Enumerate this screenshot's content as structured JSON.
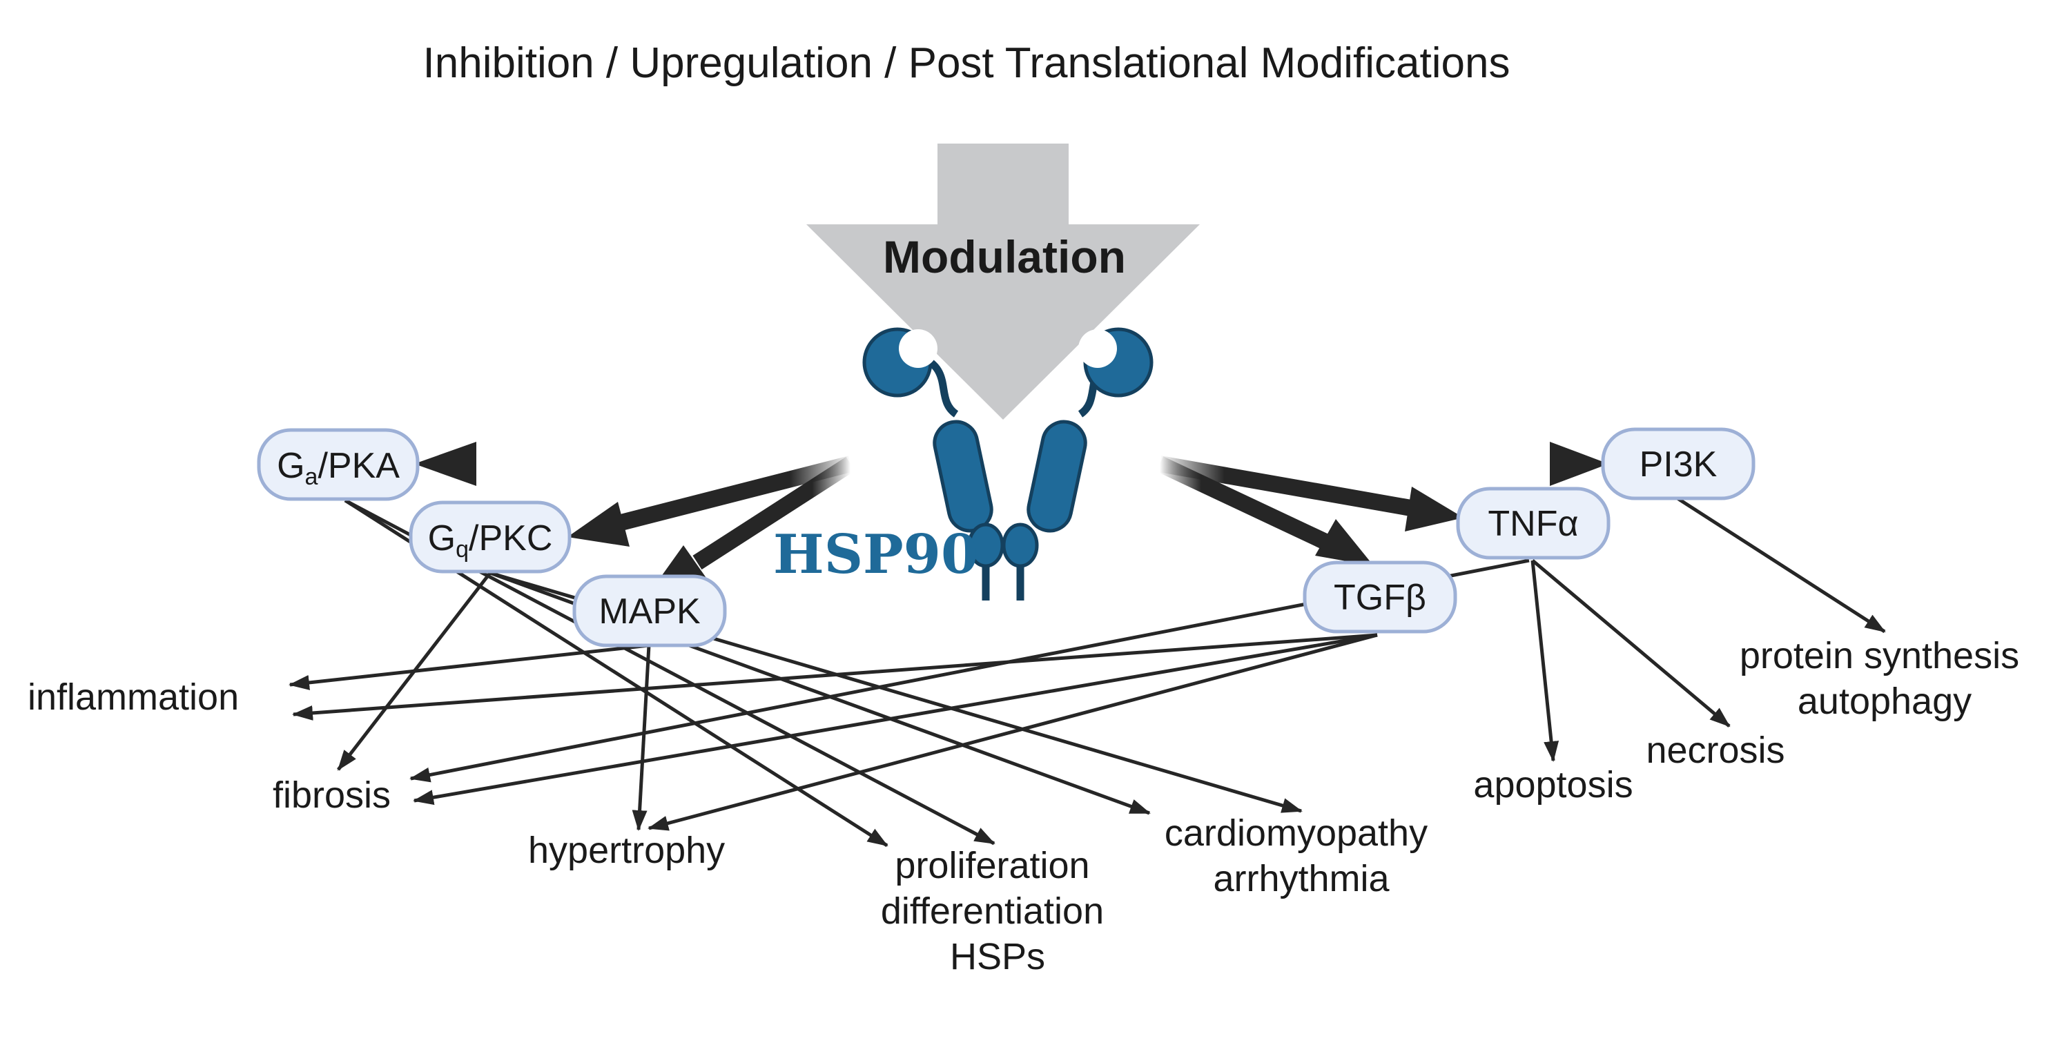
{
  "title": "Inhibition / Upregulation / Post Translational Modifications",
  "modulation_label": "Modulation",
  "hsp_label": "HSP90",
  "nodes": {
    "gapka": {
      "main": "G",
      "sub": "a",
      "rest": "/PKA"
    },
    "gqpkc": {
      "main": "G",
      "sub": "q",
      "rest": "/PKC"
    },
    "mapk": {
      "label": "MAPK"
    },
    "tgfb": {
      "label": "TGFβ"
    },
    "tnfa": {
      "label": "TNFα"
    },
    "pi3k": {
      "label": "PI3K"
    }
  },
  "outcomes": {
    "inflammation": "inflammation",
    "fibrosis": "fibrosis",
    "hypertrophy": "hypertrophy",
    "proliferation": [
      "proliferation",
      "differentiation",
      "HSPs"
    ],
    "cardiomyopathy": [
      "cardiomyopathy",
      "arrhythmia"
    ],
    "apoptosis": "apoptosis",
    "necrosis": "necrosis",
    "protein_synthesis": [
      "protein synthesis",
      "autophagy"
    ]
  },
  "colors": {
    "hsp_blue": "#1f6a99",
    "arrow_dark": "#262626",
    "modulation_gray": "#c8c9cb",
    "pill_fill": "#eaf0fa",
    "pill_stroke": "#9db0d6"
  }
}
